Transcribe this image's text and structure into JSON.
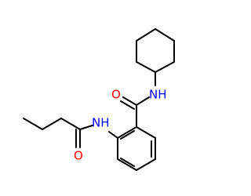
{
  "colors": {
    "background": "#ffffff",
    "bond": "#000000",
    "oxygen": "#ff0000",
    "nitrogen": "#0000ff"
  },
  "labels": {
    "carbonyl_o_top": "O",
    "amide_nh_top": "NH",
    "amide_nh_left": "NH",
    "carbonyl_o_bottom": "O"
  }
}
